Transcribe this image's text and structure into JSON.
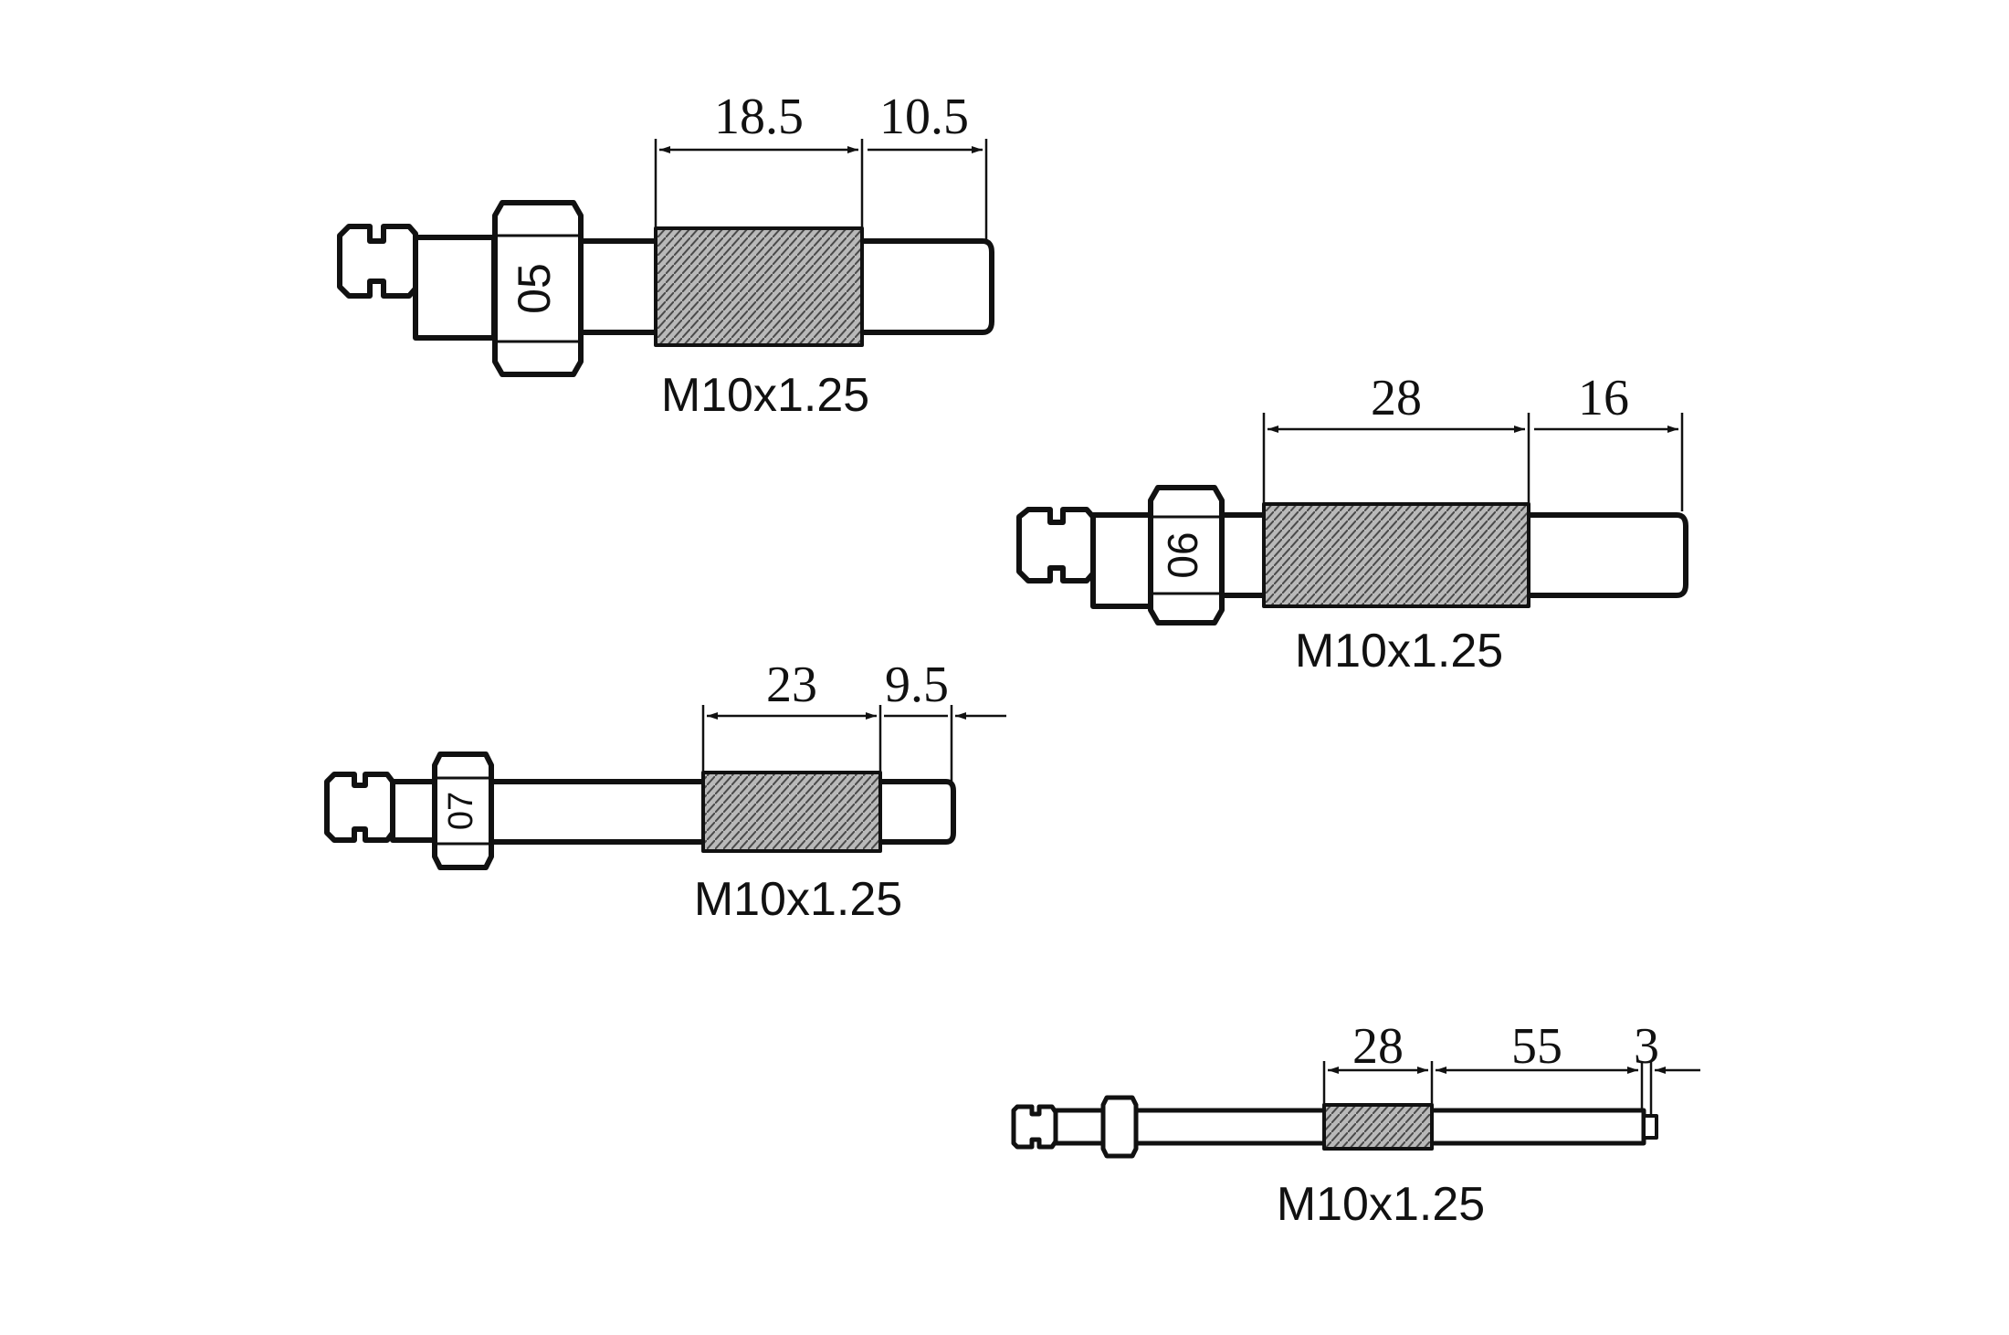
{
  "parts": [
    {
      "id": "part-05",
      "nut_label": "05",
      "thread_label": "M10x1.25",
      "dimensions": [
        {
          "label": "18.5",
          "kind": "thread-length"
        },
        {
          "label": "10.5",
          "kind": "tip-length"
        }
      ]
    },
    {
      "id": "part-06",
      "nut_label": "06",
      "thread_label": "M10x1.25",
      "dimensions": [
        {
          "label": "28",
          "kind": "thread-length"
        },
        {
          "label": "16",
          "kind": "tip-length"
        }
      ]
    },
    {
      "id": "part-07",
      "nut_label": "07",
      "thread_label": "M10x1.25",
      "dimensions": [
        {
          "label": "23",
          "kind": "thread-length"
        },
        {
          "label": "9.5",
          "kind": "tip-length"
        }
      ]
    },
    {
      "id": "part-08",
      "nut_label": "",
      "thread_label": "M10x1.25",
      "dimensions": [
        {
          "label": "28",
          "kind": "thread-length"
        },
        {
          "label": "55",
          "kind": "shaft-length"
        },
        {
          "label": "3",
          "kind": "tip-length"
        }
      ]
    }
  ]
}
